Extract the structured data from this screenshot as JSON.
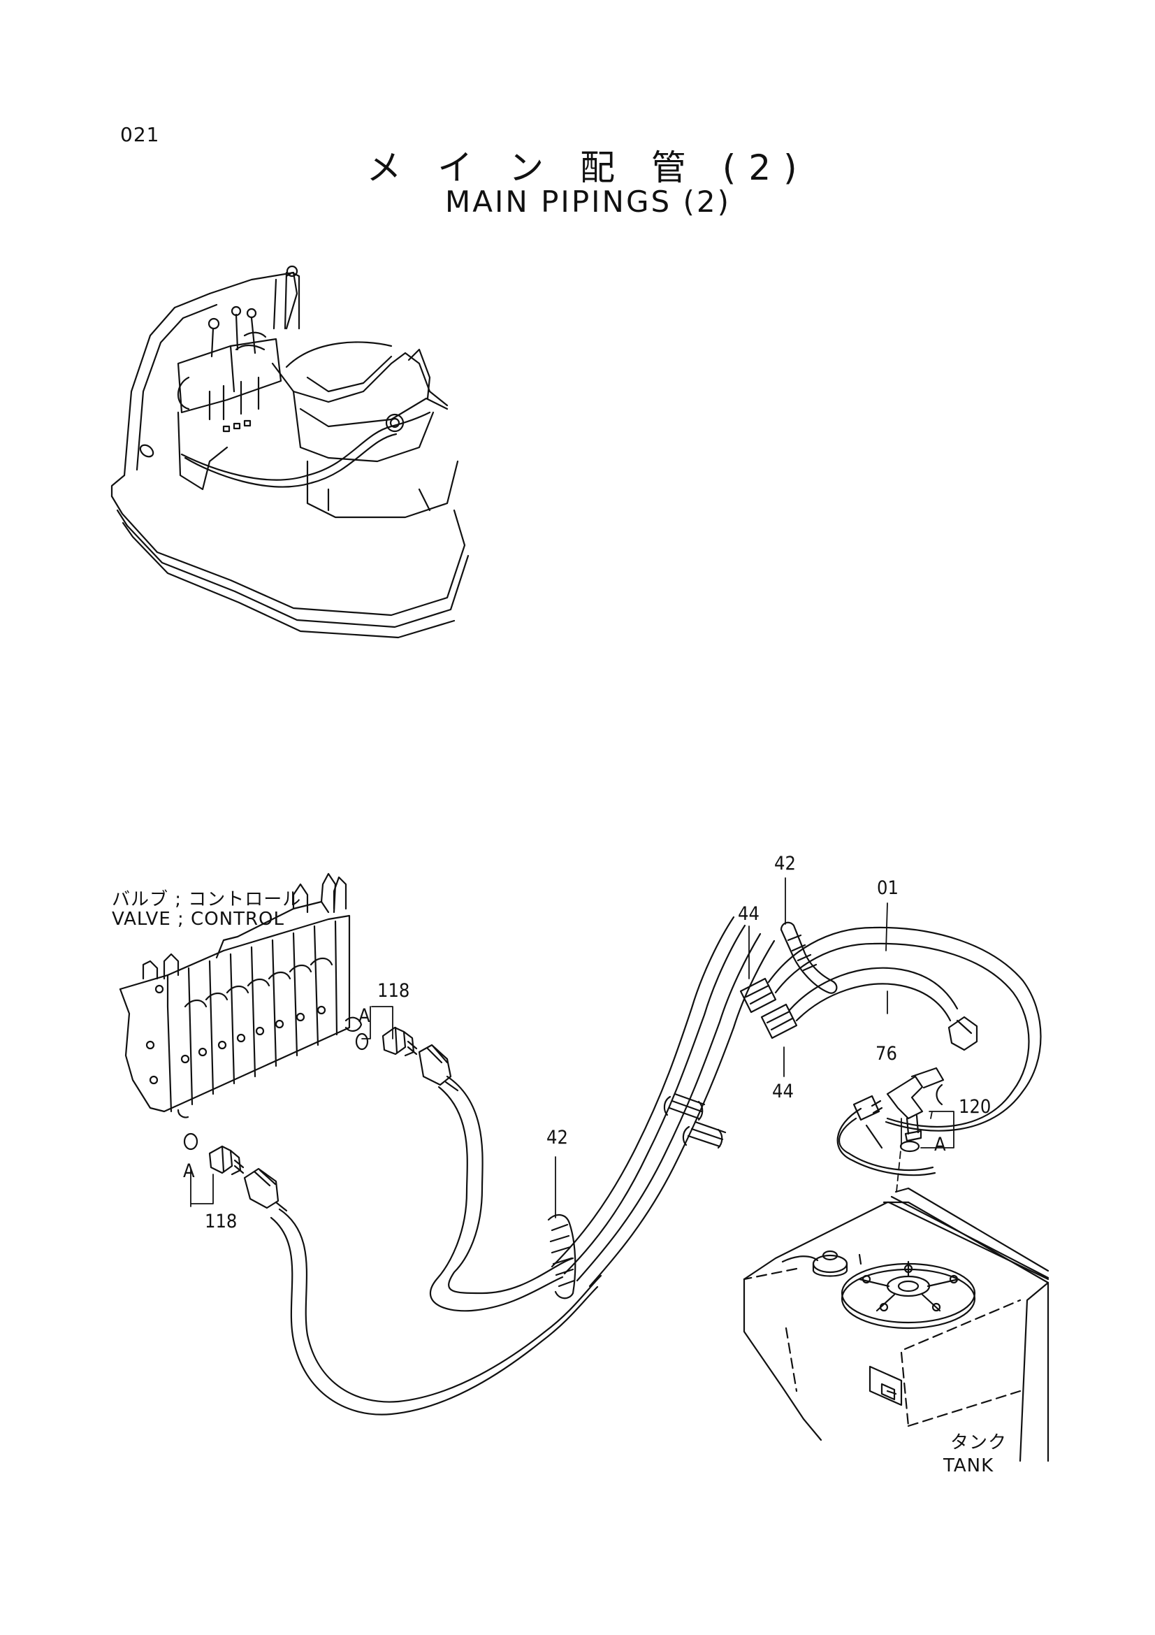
{
  "page": {
    "number": "021"
  },
  "title": {
    "japanese": "メ イ ン 配 管 (2)",
    "english": "MAIN PIPINGS (2)"
  },
  "labels": {
    "valve_jp": "バルブ ; コントロール",
    "valve_en": "VALVE ; CONTROL",
    "tank_jp": "タンク",
    "tank_en": "TANK"
  },
  "callouts": {
    "p42_top": "42",
    "p01": "01",
    "p44_upper": "44",
    "p76": "76",
    "p44_lower": "44",
    "p118_upper": "118",
    "a_upper": "A",
    "p120": "120",
    "a_right": "A",
    "p42_mid": "42",
    "a_lower": "A",
    "p118_lower": "118"
  },
  "colors": {
    "ink": "#111111",
    "paper": "#ffffff"
  }
}
